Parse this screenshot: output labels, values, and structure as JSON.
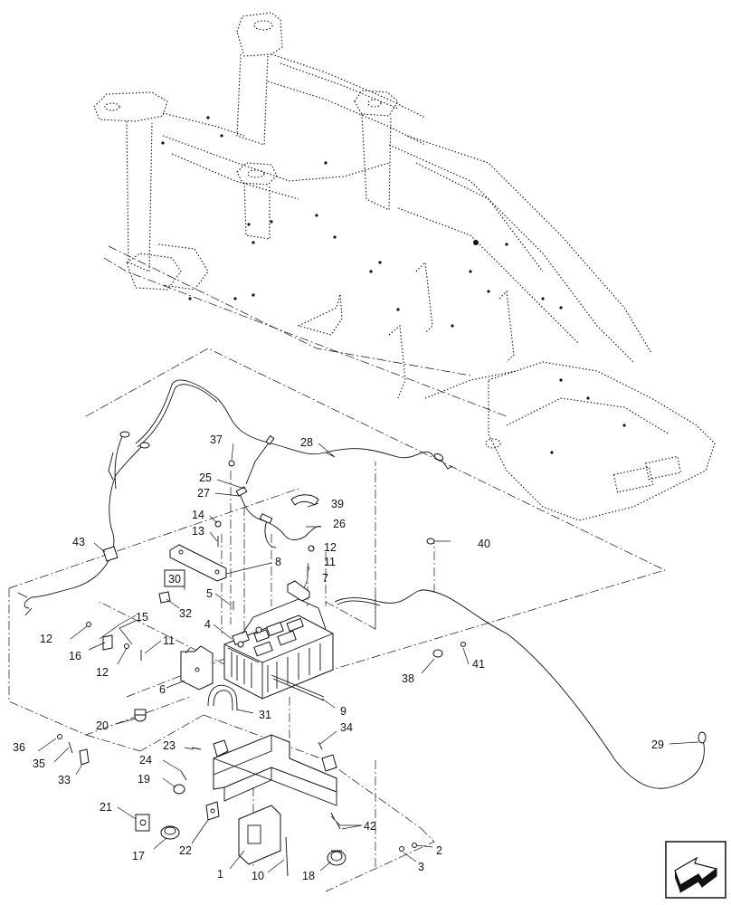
{
  "callouts": [
    {
      "id": "c37",
      "text": "37"
    },
    {
      "id": "c28",
      "text": "28"
    },
    {
      "id": "c25",
      "text": "25"
    },
    {
      "id": "c27",
      "text": "27"
    },
    {
      "id": "c39",
      "text": "39"
    },
    {
      "id": "c14",
      "text": "14"
    },
    {
      "id": "c26",
      "text": "26"
    },
    {
      "id": "c13",
      "text": "13"
    },
    {
      "id": "c43",
      "text": "43"
    },
    {
      "id": "c12a",
      "text": "12"
    },
    {
      "id": "c8",
      "text": "8"
    },
    {
      "id": "c11a",
      "text": "11"
    },
    {
      "id": "c7",
      "text": "7"
    },
    {
      "id": "c30",
      "text": "30"
    },
    {
      "id": "c5",
      "text": "5"
    },
    {
      "id": "c32",
      "text": "32"
    },
    {
      "id": "c15",
      "text": "15"
    },
    {
      "id": "c4",
      "text": "4"
    },
    {
      "id": "c12b",
      "text": "12"
    },
    {
      "id": "c16",
      "text": "16"
    },
    {
      "id": "c11b",
      "text": "11"
    },
    {
      "id": "c12c",
      "text": "12"
    },
    {
      "id": "c40",
      "text": "40"
    },
    {
      "id": "c38",
      "text": "38"
    },
    {
      "id": "c41",
      "text": "41"
    },
    {
      "id": "c6",
      "text": "6"
    },
    {
      "id": "c9",
      "text": "9"
    },
    {
      "id": "c31",
      "text": "31"
    },
    {
      "id": "c20",
      "text": "20"
    },
    {
      "id": "c34",
      "text": "34"
    },
    {
      "id": "c36",
      "text": "36"
    },
    {
      "id": "c35",
      "text": "35"
    },
    {
      "id": "c33",
      "text": "33"
    },
    {
      "id": "c23",
      "text": "23"
    },
    {
      "id": "c24",
      "text": "24"
    },
    {
      "id": "c29",
      "text": "29"
    },
    {
      "id": "c19",
      "text": "19"
    },
    {
      "id": "c21",
      "text": "21"
    },
    {
      "id": "c42",
      "text": "42"
    },
    {
      "id": "c17",
      "text": "17"
    },
    {
      "id": "c22",
      "text": "22"
    },
    {
      "id": "c2",
      "text": "2"
    },
    {
      "id": "c3",
      "text": "3"
    },
    {
      "id": "c1",
      "text": "1"
    },
    {
      "id": "c10",
      "text": "10"
    },
    {
      "id": "c18",
      "text": "18"
    }
  ],
  "nav_icon": "next-page-arrow-icon"
}
